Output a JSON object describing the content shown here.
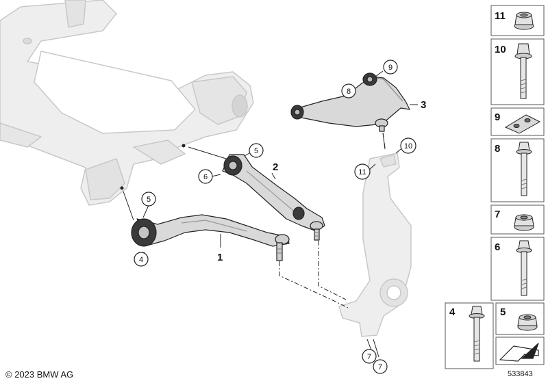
{
  "callouts": {
    "arm1": "1",
    "arm2": "2",
    "arm3": "3",
    "c4": "4",
    "c5a": "5",
    "c5b": "5",
    "c6": "6",
    "c7a": "7",
    "c7b": "7",
    "c8": "8",
    "c9": "9",
    "c10": "10",
    "c11": "11"
  },
  "parts_panel": [
    {
      "num": "11",
      "icon": "flange-nut-icon"
    },
    {
      "num": "10",
      "icon": "hex-bolt-icon"
    },
    {
      "num": "9",
      "icon": "retaining-plate-icon"
    },
    {
      "num": "8",
      "icon": "bolt-icon"
    },
    {
      "num": "7",
      "icon": "nut-icon"
    },
    {
      "num": "6",
      "icon": "bolt-icon"
    },
    {
      "num": "4",
      "icon": "screw-icon"
    },
    {
      "num": "5",
      "icon": "nut-icon"
    }
  ],
  "footer": {
    "copyright": "© 2023 BMW AG",
    "doc_number": "533843"
  },
  "colors": {
    "outline": "#222222",
    "silhouette_fill": "#eeeeee",
    "silhouette_stroke": "#c8c8c8",
    "part_fill": "#d9d9d9",
    "bushing": "#3a3a3a"
  }
}
